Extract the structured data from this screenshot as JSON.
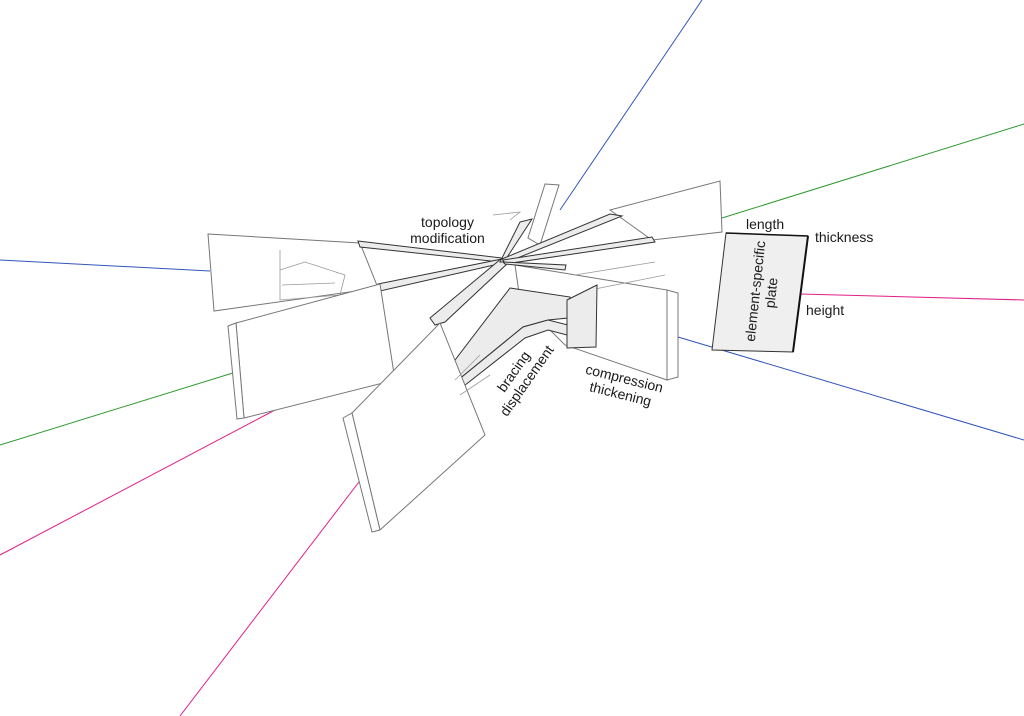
{
  "labels": {
    "topology_line1": "topology",
    "topology_line2": "modification",
    "bracing_line1": "bracing",
    "bracing_line2": "displacement",
    "compression_line1": "compression",
    "compression_line2": "thickening",
    "length": "length",
    "thickness": "thickness",
    "plate_line1": "element-specific",
    "plate_line2": "plate",
    "height": "height"
  },
  "colors": {
    "axis_blue": "#3355bb",
    "axis_green": "#2e9a2e",
    "axis_magenta": "#e0208a",
    "fill_gray": "#ececec"
  }
}
